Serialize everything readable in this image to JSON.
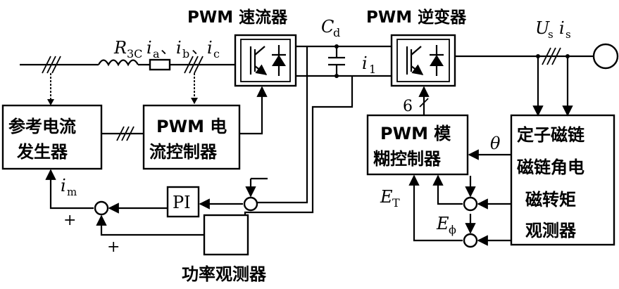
{
  "blocks": {
    "pwm_rectifier": "PWM 速流器",
    "pwm_inverter": "PWM 逆变器",
    "ref_current_gen_line1": "参考电流",
    "ref_current_gen_line2": "发生器",
    "pwm_current_ctrl_line1": "PWM 电",
    "pwm_current_ctrl_line2": "流控制器",
    "pwm_fuzzy_ctrl_line1": "PWM 模",
    "pwm_fuzzy_ctrl_line2": "糊控制器",
    "flux_observer_line1": "定子磁链",
    "flux_observer_line2": "磁链角电",
    "flux_observer_line3": "磁转矩",
    "flux_observer_line4": "观测器",
    "pi": "PI",
    "power_observer": "功率观测器"
  },
  "labels": {
    "resistor_R": "R",
    "resistor_R_sub": "3C",
    "ia": "i",
    "ia_sub": "a",
    "sep1": "、",
    "ib": "i",
    "ib_sub": "b",
    "sep2": "、",
    "ic": "i",
    "ic_sub": "c",
    "cd": "C",
    "cd_sub": "d",
    "i1": "i",
    "i1_sub": "1",
    "us": "U",
    "us_sub": "s",
    "is": "i",
    "is_sub": "s",
    "six": "6",
    "theta": "θ",
    "et": "E",
    "et_sub": "T",
    "ephi": "E",
    "ephi_sub": "ϕ",
    "im": "i",
    "im_sub": "m",
    "plus1": "+",
    "plus2": "+"
  }
}
